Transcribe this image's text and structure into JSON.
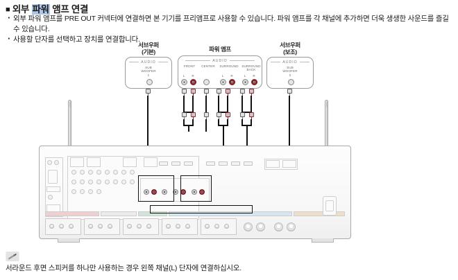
{
  "page": {
    "heading": {
      "bullet_square": "■",
      "before": "외부 ",
      "highlight": "파워",
      "after": " 앰프 연결"
    },
    "bullets": [
      "외부 파워 앰프를 PRE OUT 커넥터에 연결하면 본 기기를 프리앰프로 사용할 수 있습니다. 파워 앰프를 각 채널에 추가하면 더욱 생생한 사운드를 즐길 수 있습니다.",
      "사용할 단자를 선택하고 장치를 연결합니다."
    ],
    "note": {
      "icon": "pencil-note-icon",
      "text": "서라운드 후면 스피커를 하나만 사용하는 경우 왼쪽 채널(L) 단자에 연결하십시오."
    }
  },
  "diagram": {
    "devices": [
      {
        "id": "subwoofer-primary",
        "title_line1": "서브우퍼",
        "title_line2": "(기본)",
        "section": "AUDIO",
        "port_line1": "SUB",
        "port_line2": "WOOFER",
        "port_line3": "1"
      },
      {
        "id": "power-amplifier",
        "title": "파워 앰프",
        "section": "AUDIO",
        "channels": [
          {
            "name": "FRONT",
            "name2": "",
            "jacks": [
              {
                "side": "L",
                "color": "black"
              },
              {
                "side": "R",
                "color": "red"
              }
            ]
          },
          {
            "name": "CENTER",
            "name2": "",
            "jacks": [
              {
                "side": "",
                "color": "grey"
              }
            ]
          },
          {
            "name": "SURROUND",
            "name2": "",
            "jacks": [
              {
                "side": "L",
                "color": "black"
              },
              {
                "side": "R",
                "color": "red"
              }
            ]
          },
          {
            "name": "SURROUND",
            "name2": "BACK",
            "jacks": [
              {
                "side": "L",
                "color": "black"
              },
              {
                "side": "R",
                "color": "red"
              }
            ]
          }
        ]
      },
      {
        "id": "subwoofer-auxiliary",
        "title_line1": "서브우퍼",
        "title_line2": "(보조)",
        "section": "AUDIO",
        "port_line1": "SUB",
        "port_line2": "WOOFER",
        "port_line3": "2"
      }
    ],
    "receiver": {
      "id": "av-receiver-rear-panel",
      "antenna_count": 2,
      "preout_highlight_count": 3
    },
    "colors": {
      "highlight": "#aec6e8",
      "cable": "#111111",
      "jack_red": "#8d2028",
      "jack_black": "#2b2b2b",
      "outline": "#9a9a9a"
    }
  }
}
